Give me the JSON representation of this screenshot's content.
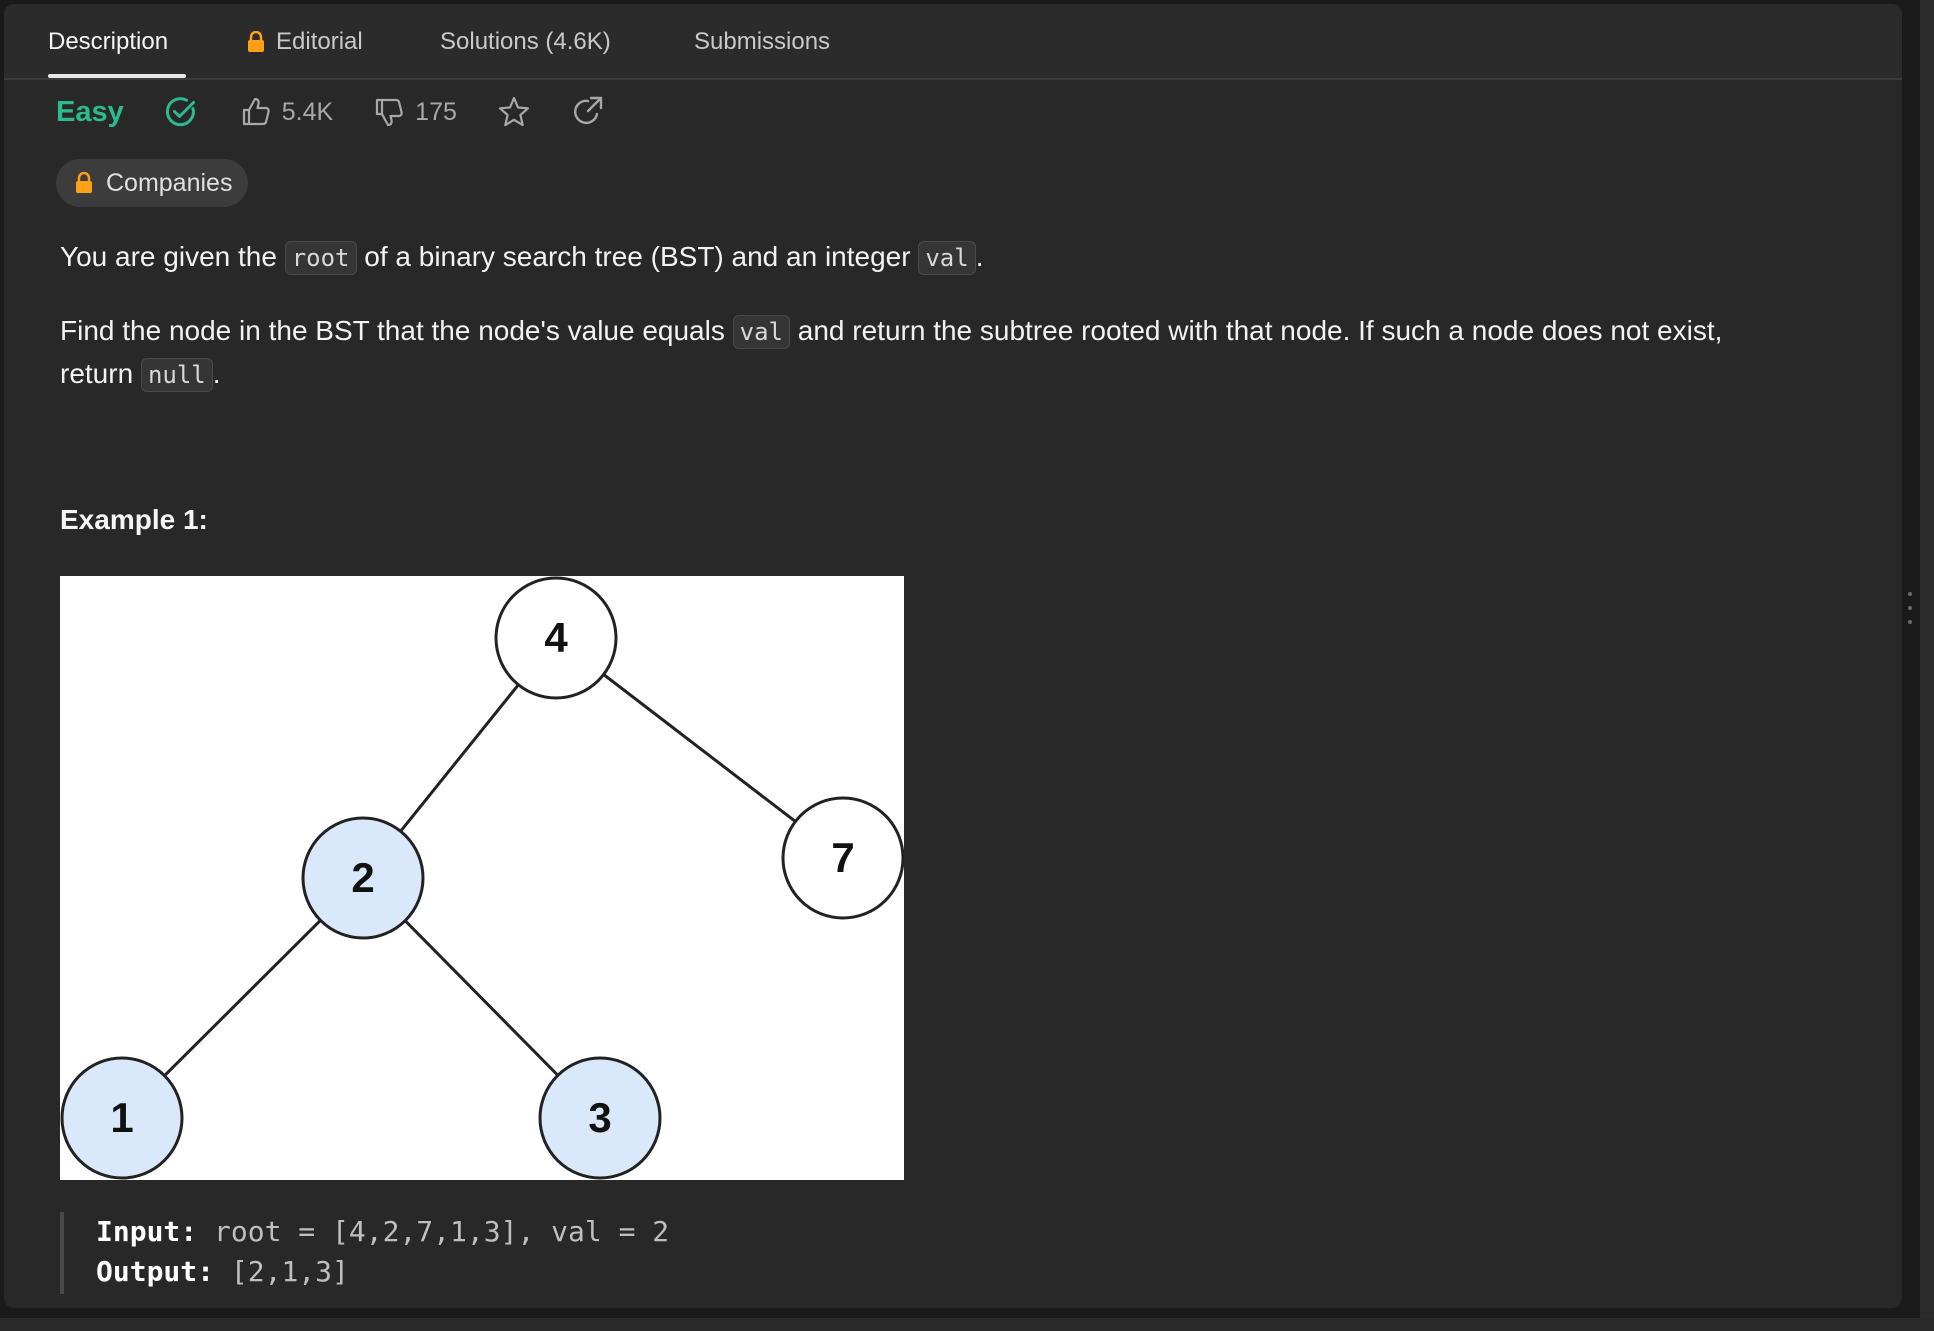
{
  "tabs": [
    {
      "label": "Description",
      "active": true,
      "locked": false
    },
    {
      "label": "Editorial",
      "active": false,
      "locked": true
    },
    {
      "label": "Solutions (4.6K)",
      "active": false,
      "locked": false
    },
    {
      "label": "Submissions",
      "active": false,
      "locked": false
    }
  ],
  "meta": {
    "difficulty": "Easy",
    "likes": "5.4K",
    "dislikes": "175"
  },
  "companies_label": "Companies",
  "description": {
    "p1_a": "You are given the ",
    "p1_code1": "root",
    "p1_b": " of a binary search tree (BST) and an integer ",
    "p1_code2": "val",
    "p1_c": ".",
    "p2_a": "Find the node in the BST that the node's value equals ",
    "p2_code1": "val",
    "p2_b": " and return the subtree rooted with that node. If such a node does not exist,",
    "p2_c": "return ",
    "p2_code2": "null",
    "p2_d": "."
  },
  "example": {
    "title": "Example 1:",
    "input_label": "Input:",
    "input_value": "root = [4,2,7,1,3], val = 2",
    "output_label": "Output:",
    "output_value": "[2,1,3]"
  },
  "tree": {
    "nodes": [
      {
        "label": "4",
        "highlighted": false
      },
      {
        "label": "2",
        "highlighted": true
      },
      {
        "label": "7",
        "highlighted": false
      },
      {
        "label": "1",
        "highlighted": true
      },
      {
        "label": "3",
        "highlighted": true
      }
    ],
    "highlight_color": "#dae8fc"
  },
  "colors": {
    "accent_easy": "#2cbb8f",
    "lock": "#ffa116",
    "check": "#2cbb8f"
  }
}
